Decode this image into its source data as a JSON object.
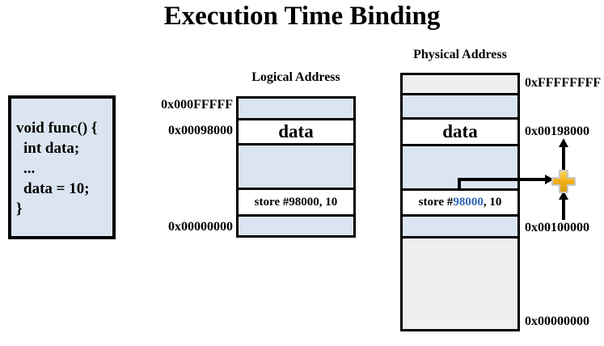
{
  "title": "Execution Time Binding",
  "code_box": {
    "lines": [
      "void func() {",
      "int data;",
      "...",
      "data = 10;",
      "}"
    ]
  },
  "logical": {
    "header": "Logical Address",
    "label_top": "0x000FFFFF",
    "label_data": "0x00098000",
    "label_bottom": "0x00000000",
    "data_cell": "data",
    "store_cell": "store #98000, 10"
  },
  "physical": {
    "header": "Physical Address",
    "label_top": "0xFFFFFFFF",
    "label_data": "0x00198000",
    "label_base": "0x00100000",
    "label_bottom": "0x00000000",
    "data_cell": "data",
    "store_prefix": "store #",
    "store_address": "98000",
    "store_suffix": ", 10"
  },
  "icons": {
    "plus": "plus-icon"
  },
  "colors": {
    "row_blue": "#dbe5f1",
    "row_gray": "#efefef",
    "code_box_bg": "#dbe5f1",
    "store_address_blue": "#2e64b8",
    "plus_gold": "#f2b21c",
    "arrow_black": "#000000"
  }
}
